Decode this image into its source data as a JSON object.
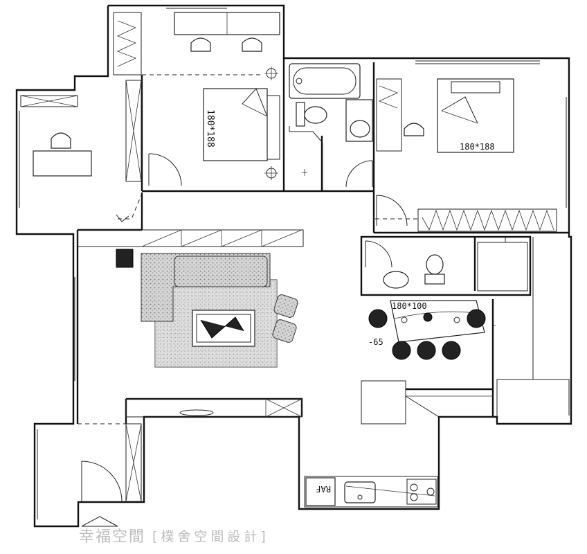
{
  "labels": {
    "master_bed_size": "180*188",
    "second_bed_size": "180*188",
    "dining_table_size": "180*100",
    "dining_dim": "-65",
    "fridge": "RAF"
  },
  "watermark": {
    "brand": "幸福空間",
    "designer": "[樸舍空間設計]"
  }
}
